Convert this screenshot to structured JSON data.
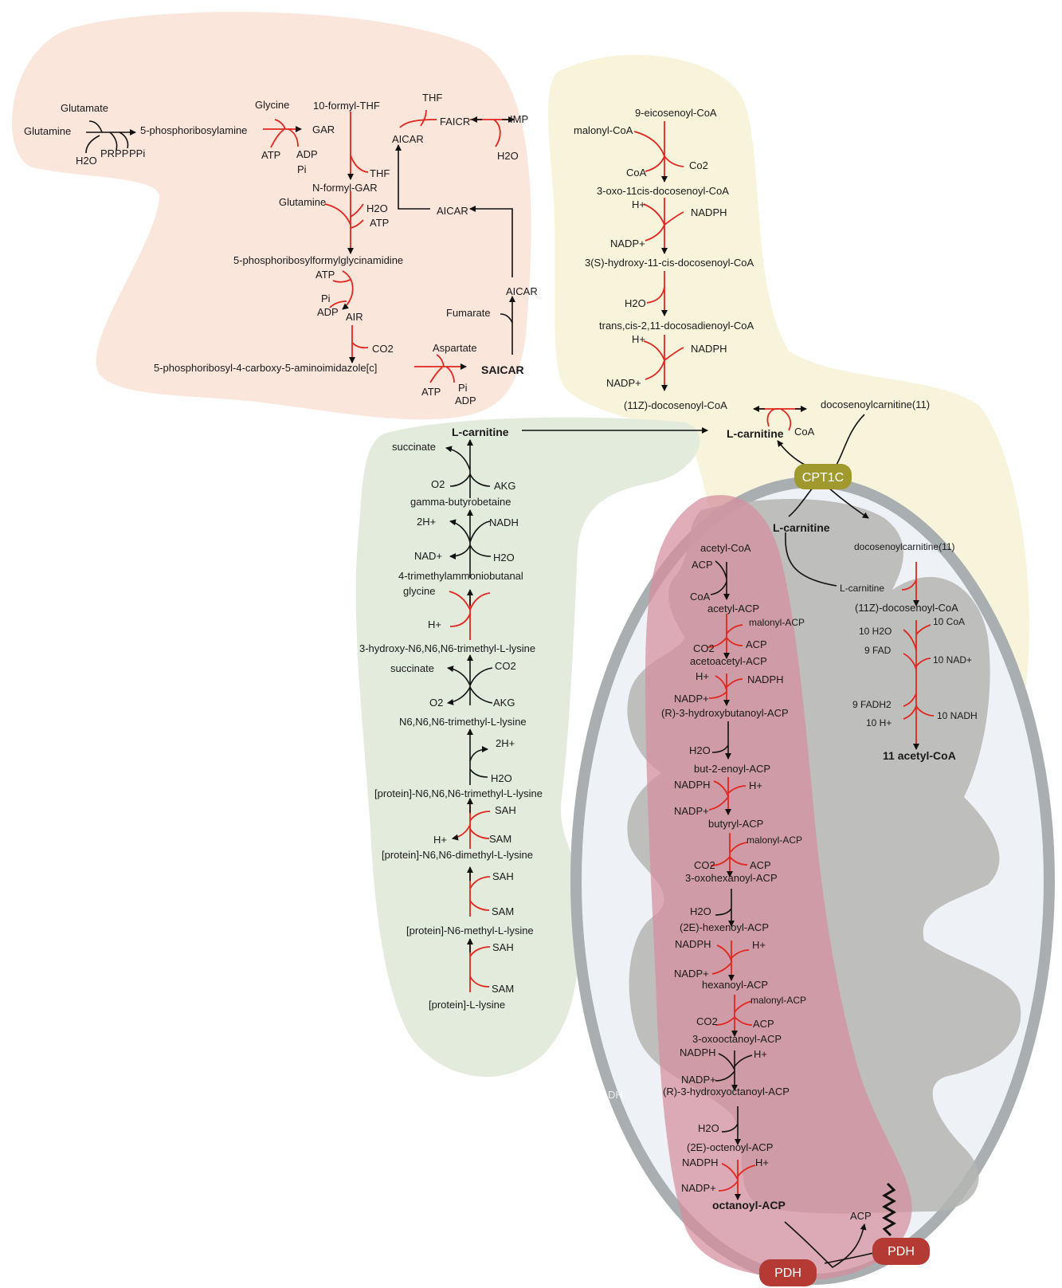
{
  "purine": {
    "glutamate": "Glutamate",
    "glutamine": "Glutamine",
    "h2o": "H2O",
    "prpp": "PRPP",
    "ppi": "PPi",
    "prpa": "5-phosphoribosylamine",
    "glycine": "Glycine",
    "atp": "ATP",
    "adp": "ADP",
    "pi": "Pi",
    "gar": "GAR",
    "formyl_thf": "10-formyl-THF",
    "thf": "THF",
    "fgar": "N-formyl-GAR",
    "glutamine2": "Glutamine",
    "h2o2": "H2O",
    "atp2": "ATP",
    "fgam": "5-phosphoribosylformylglycinamidine",
    "atp3": "ATP",
    "pi3": "Pi",
    "adp3": "ADP",
    "air": "AIR",
    "co2": "CO2",
    "cair": "5-phosphoribosyl-4-carboxy-5-aminoimidazole[c]",
    "thf_top": "THF",
    "aicar1": "AICAR",
    "faicr": "FAICR",
    "imp": "IMP",
    "h2o_imp": "H2O",
    "aicar2": "AICAR",
    "aicar3": "AICAR",
    "fumarate": "Fumarate",
    "aspartate": "Aspartate",
    "saicar": "SAICAR",
    "atp4": "ATP",
    "pi4": "Pi",
    "adp4": "ADP"
  },
  "elongation": {
    "eicosenoyl": "9-eicosenoyl-CoA",
    "malonyl": "malonyl-CoA",
    "coa": "CoA",
    "co2": "Co2",
    "oxo": "3-oxo-11cis-docosenoyl-CoA",
    "hplus": "H+",
    "nadph": "NADPH",
    "nadp": "NADP+",
    "hydroxy": "3(S)-hydroxy-11-cis-docosenoyl-CoA",
    "h2o": "H2O",
    "trans": "trans,cis-2,11-docosadienoyl-CoA",
    "hplus2": "H+",
    "nadph2": "NADPH",
    "nadp2": "NADP+",
    "docosenoyl": "(11Z)-docosenoyl-CoA",
    "carnitine_out": "docosenoylcarnitine(11)",
    "lcarn": "L-carnitine",
    "coa2": "CoA"
  },
  "carnitine": {
    "lcarn": "L-carnitine",
    "succinate": "succinate",
    "o2": "O2",
    "akg": "AKG",
    "gbb": "gamma-butyrobetaine",
    "h2plus": "2H+",
    "nadh": "NADH",
    "nad": "NAD+",
    "h2o": "H2O",
    "tmab": "4-trimethylammoniobutanal",
    "glycine": "glycine",
    "hplus": "H+",
    "hydroxy": "3-hydroxy-N6,N6,N6-trimethyl-L-lysine",
    "succinate2": "succinate",
    "co2": "CO2",
    "o2b": "O2",
    "akg2": "AKG",
    "tml": "N6,N6,N6-trimethyl-L-lysine",
    "h2plus2": "2H+",
    "h2o2": "H2O",
    "ptml": "[protein]-N6,N6,N6-trimethyl-L-lysine",
    "sah1": "SAH",
    "hplus2": "H+",
    "sam1": "SAM",
    "pdml": "[protein]-N6,N6-dimethyl-L-lysine",
    "sah2": "SAH",
    "sam2": "SAM",
    "pml": "[protein]-N6-methyl-L-lysine",
    "sah3": "SAH",
    "sam3": "SAM",
    "pl": "[protein]-L-lysine"
  },
  "mito": {
    "cpt1c": "CPT1C",
    "lcarn": "L-carnitine",
    "docosenoylcarn": "docosenoylcarnitine(11)",
    "lcarn2": "L-carnitine",
    "docosenoyl": "(11Z)-docosenoyl-CoA",
    "h2o10": "10 H2O",
    "coa10": "10 CoA",
    "fad9": "9 FAD",
    "nad10": "10 NAD+",
    "fadh9": "9 FADH2",
    "hplus10": "10 H+",
    "nadh10": "10 NADH",
    "acetyl11": "11 acetyl-CoA",
    "pdh1": "PDH",
    "pdh2": "PDH",
    "acp_end": "ACP",
    "hidden_nadh": "NADH"
  },
  "fas": {
    "acetylcoa": "acetyl-CoA",
    "acp": "ACP",
    "coa": "CoA",
    "acetylacp": "acetyl-ACP",
    "malonyl1": "malonyl-ACP",
    "co2a": "CO2",
    "acp1": "ACP",
    "acetoacetyl": "acetoacetyl-ACP",
    "hp1": "H+",
    "nadph1": "NADPH",
    "nadp1": "NADP+",
    "hydroxybut": "(R)-3-hydroxybutanoyl-ACP",
    "h2o1": "H2O",
    "butenoyl": "but-2-enoyl-ACP",
    "nadph2": "NADPH",
    "hp2": "H+",
    "nadp2": "NADP+",
    "butyryl": "butyryl-ACP",
    "malonyl2": "malonyl-ACP",
    "co2b": "CO2",
    "acp2": "ACP",
    "oxohex": "3-oxohexanoyl-ACP",
    "h2o2": "H2O",
    "hexenoyl": "(2E)-hexenoyl-ACP",
    "nadph3": "NADPH",
    "hp3": "H+",
    "nadp3": "NADP+",
    "hexanoyl": "hexanoyl-ACP",
    "malonyl3": "malonyl-ACP",
    "co2c": "CO2",
    "acp3": "ACP",
    "oxooct": "3-oxooctanoyl-ACP",
    "nadph4": "NADPH",
    "hp4": "H+",
    "nadp4": "NADP+",
    "hydroxyoct": "(R)-3-hydroxyoctanoyl-ACP",
    "h2o3": "H2O",
    "octenoyl": "(2E)-octenoyl-ACP",
    "nadph5": "NADPH",
    "hp5": "H+",
    "nadp5": "NADP+",
    "octanoyl": "octanoyl-ACP"
  },
  "colors": {
    "purine_bg": "#fbe6dc",
    "elong_bg": "#f8f4dc",
    "carnitine_bg": "#e3ebdc",
    "mito_outer": "#a9aeb0",
    "mito_inner": "#eef1f6",
    "cristae": "#b8b9b6",
    "fas_band": "#d99aa6",
    "cpt1c": "#a09a2e",
    "pdh": "#b53a33",
    "red_arrow": "#e0261f"
  }
}
